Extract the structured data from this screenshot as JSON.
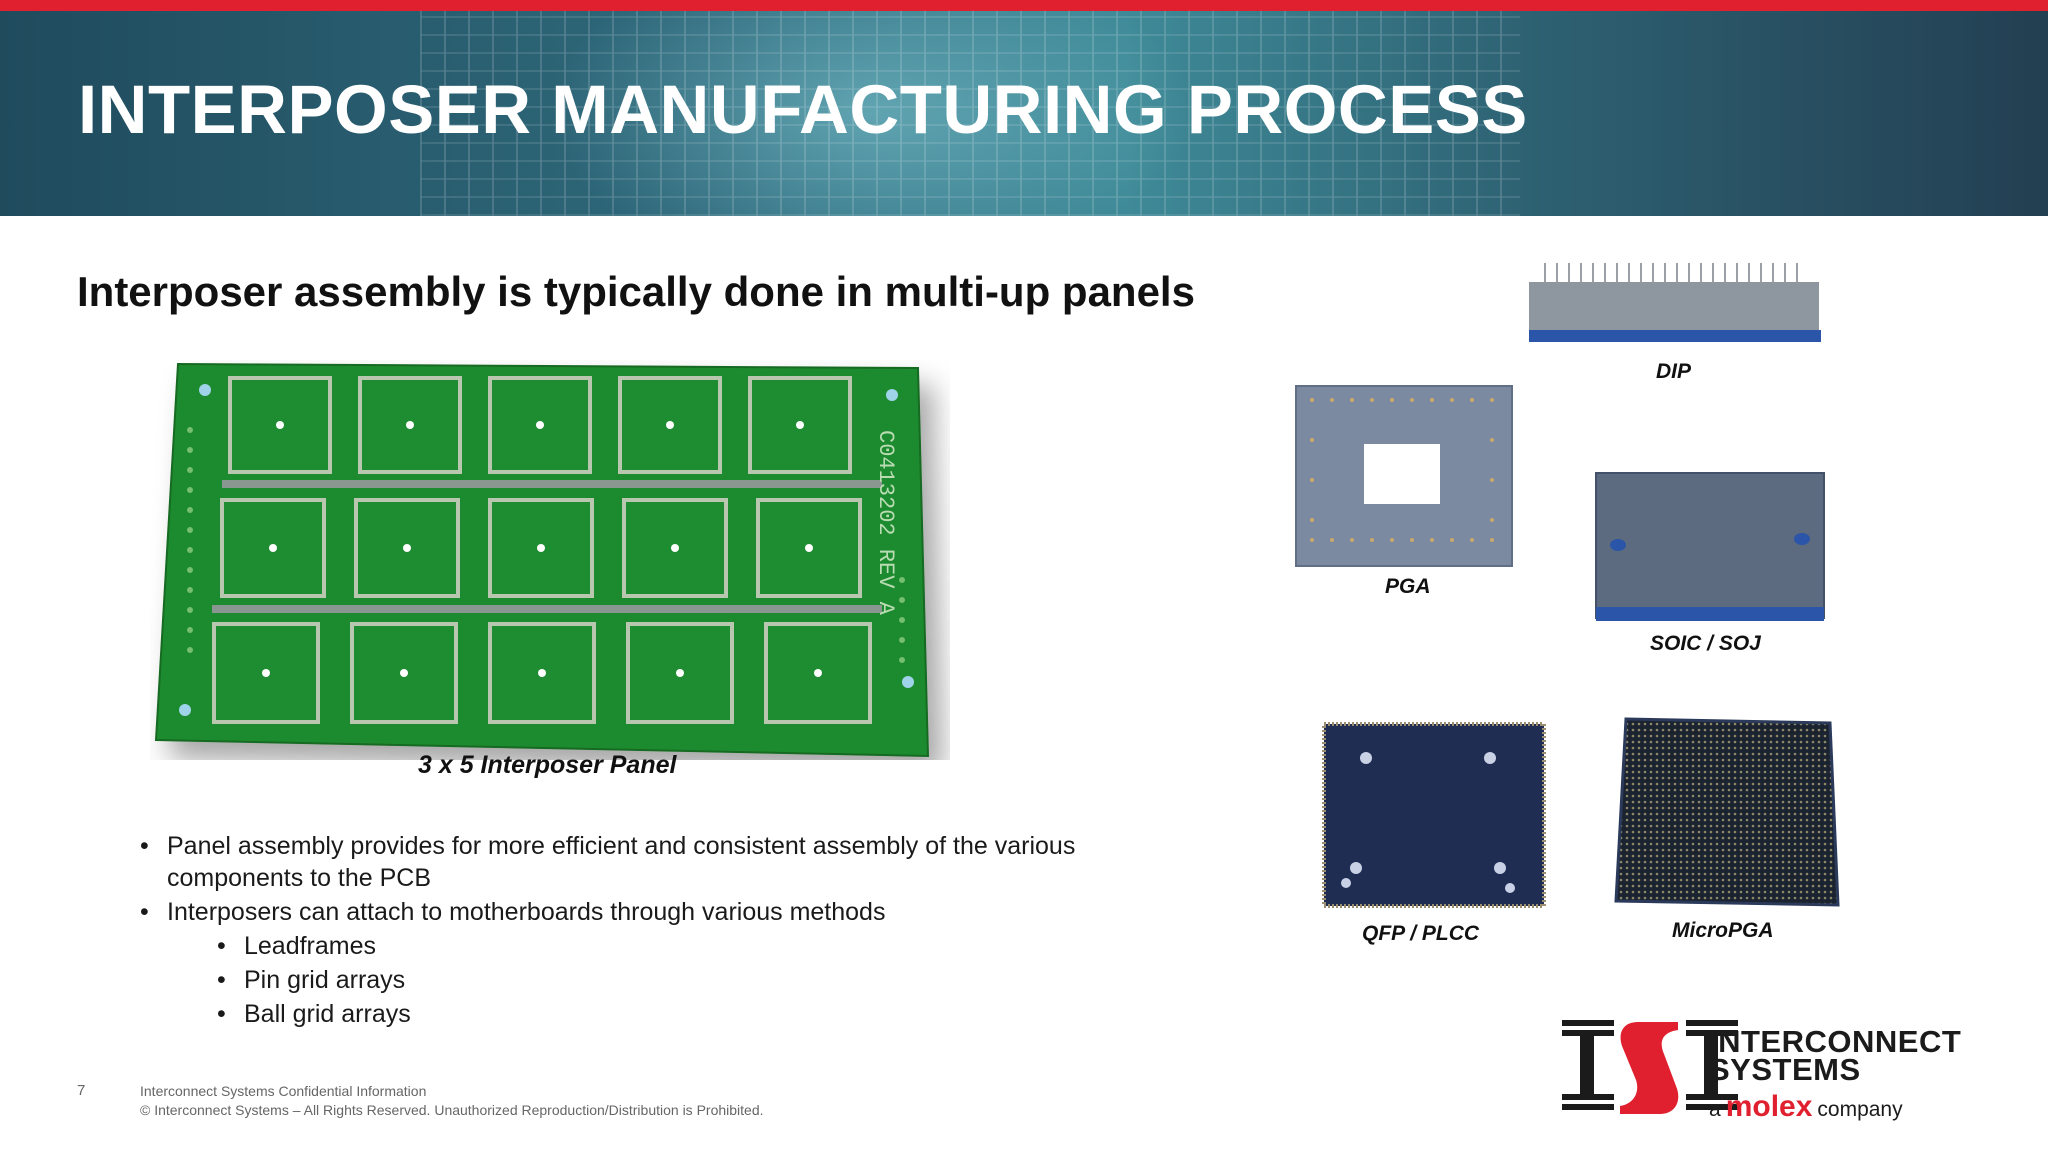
{
  "slide": {
    "title": "INTERPOSER MANUFACTURING PROCESS",
    "subtitle": "Interposer assembly is typically done in multi-up panels",
    "page_number": "7"
  },
  "panel": {
    "board_text": "C0413202 REV A",
    "caption": "3 x 5 Interposer Panel"
  },
  "bullets": [
    "Panel assembly provides for more efficient and consistent assembly of the various components to the PCB",
    "Interposers can attach to motherboards through various methods"
  ],
  "sub_bullets": [
    "Leadframes",
    "Pin grid arrays",
    "Ball grid arrays"
  ],
  "parts": {
    "dip": "DIP",
    "pga": "PGA",
    "soic": "SOIC  /  SOJ",
    "qfp": "QFP  /  PLCC",
    "micropga": "MicroPGA"
  },
  "footer": {
    "line1": "Interconnect Systems Confidential Information",
    "line2": "© Interconnect Systems – All Rights Reserved. Unauthorized Reproduction/Distribution is Prohibited."
  },
  "logo": {
    "name_line1": "INTERCONNECT",
    "name_line2": "SYSTEMS",
    "tagline_a": "a",
    "tagline_brand": "molex",
    "tagline_company": "company"
  },
  "colors": {
    "accent_red": "#e0202f",
    "banner_teal": "#2f6a7c",
    "pcb_green": "#1f8a2e",
    "part_blue": "#2a4f9a"
  }
}
